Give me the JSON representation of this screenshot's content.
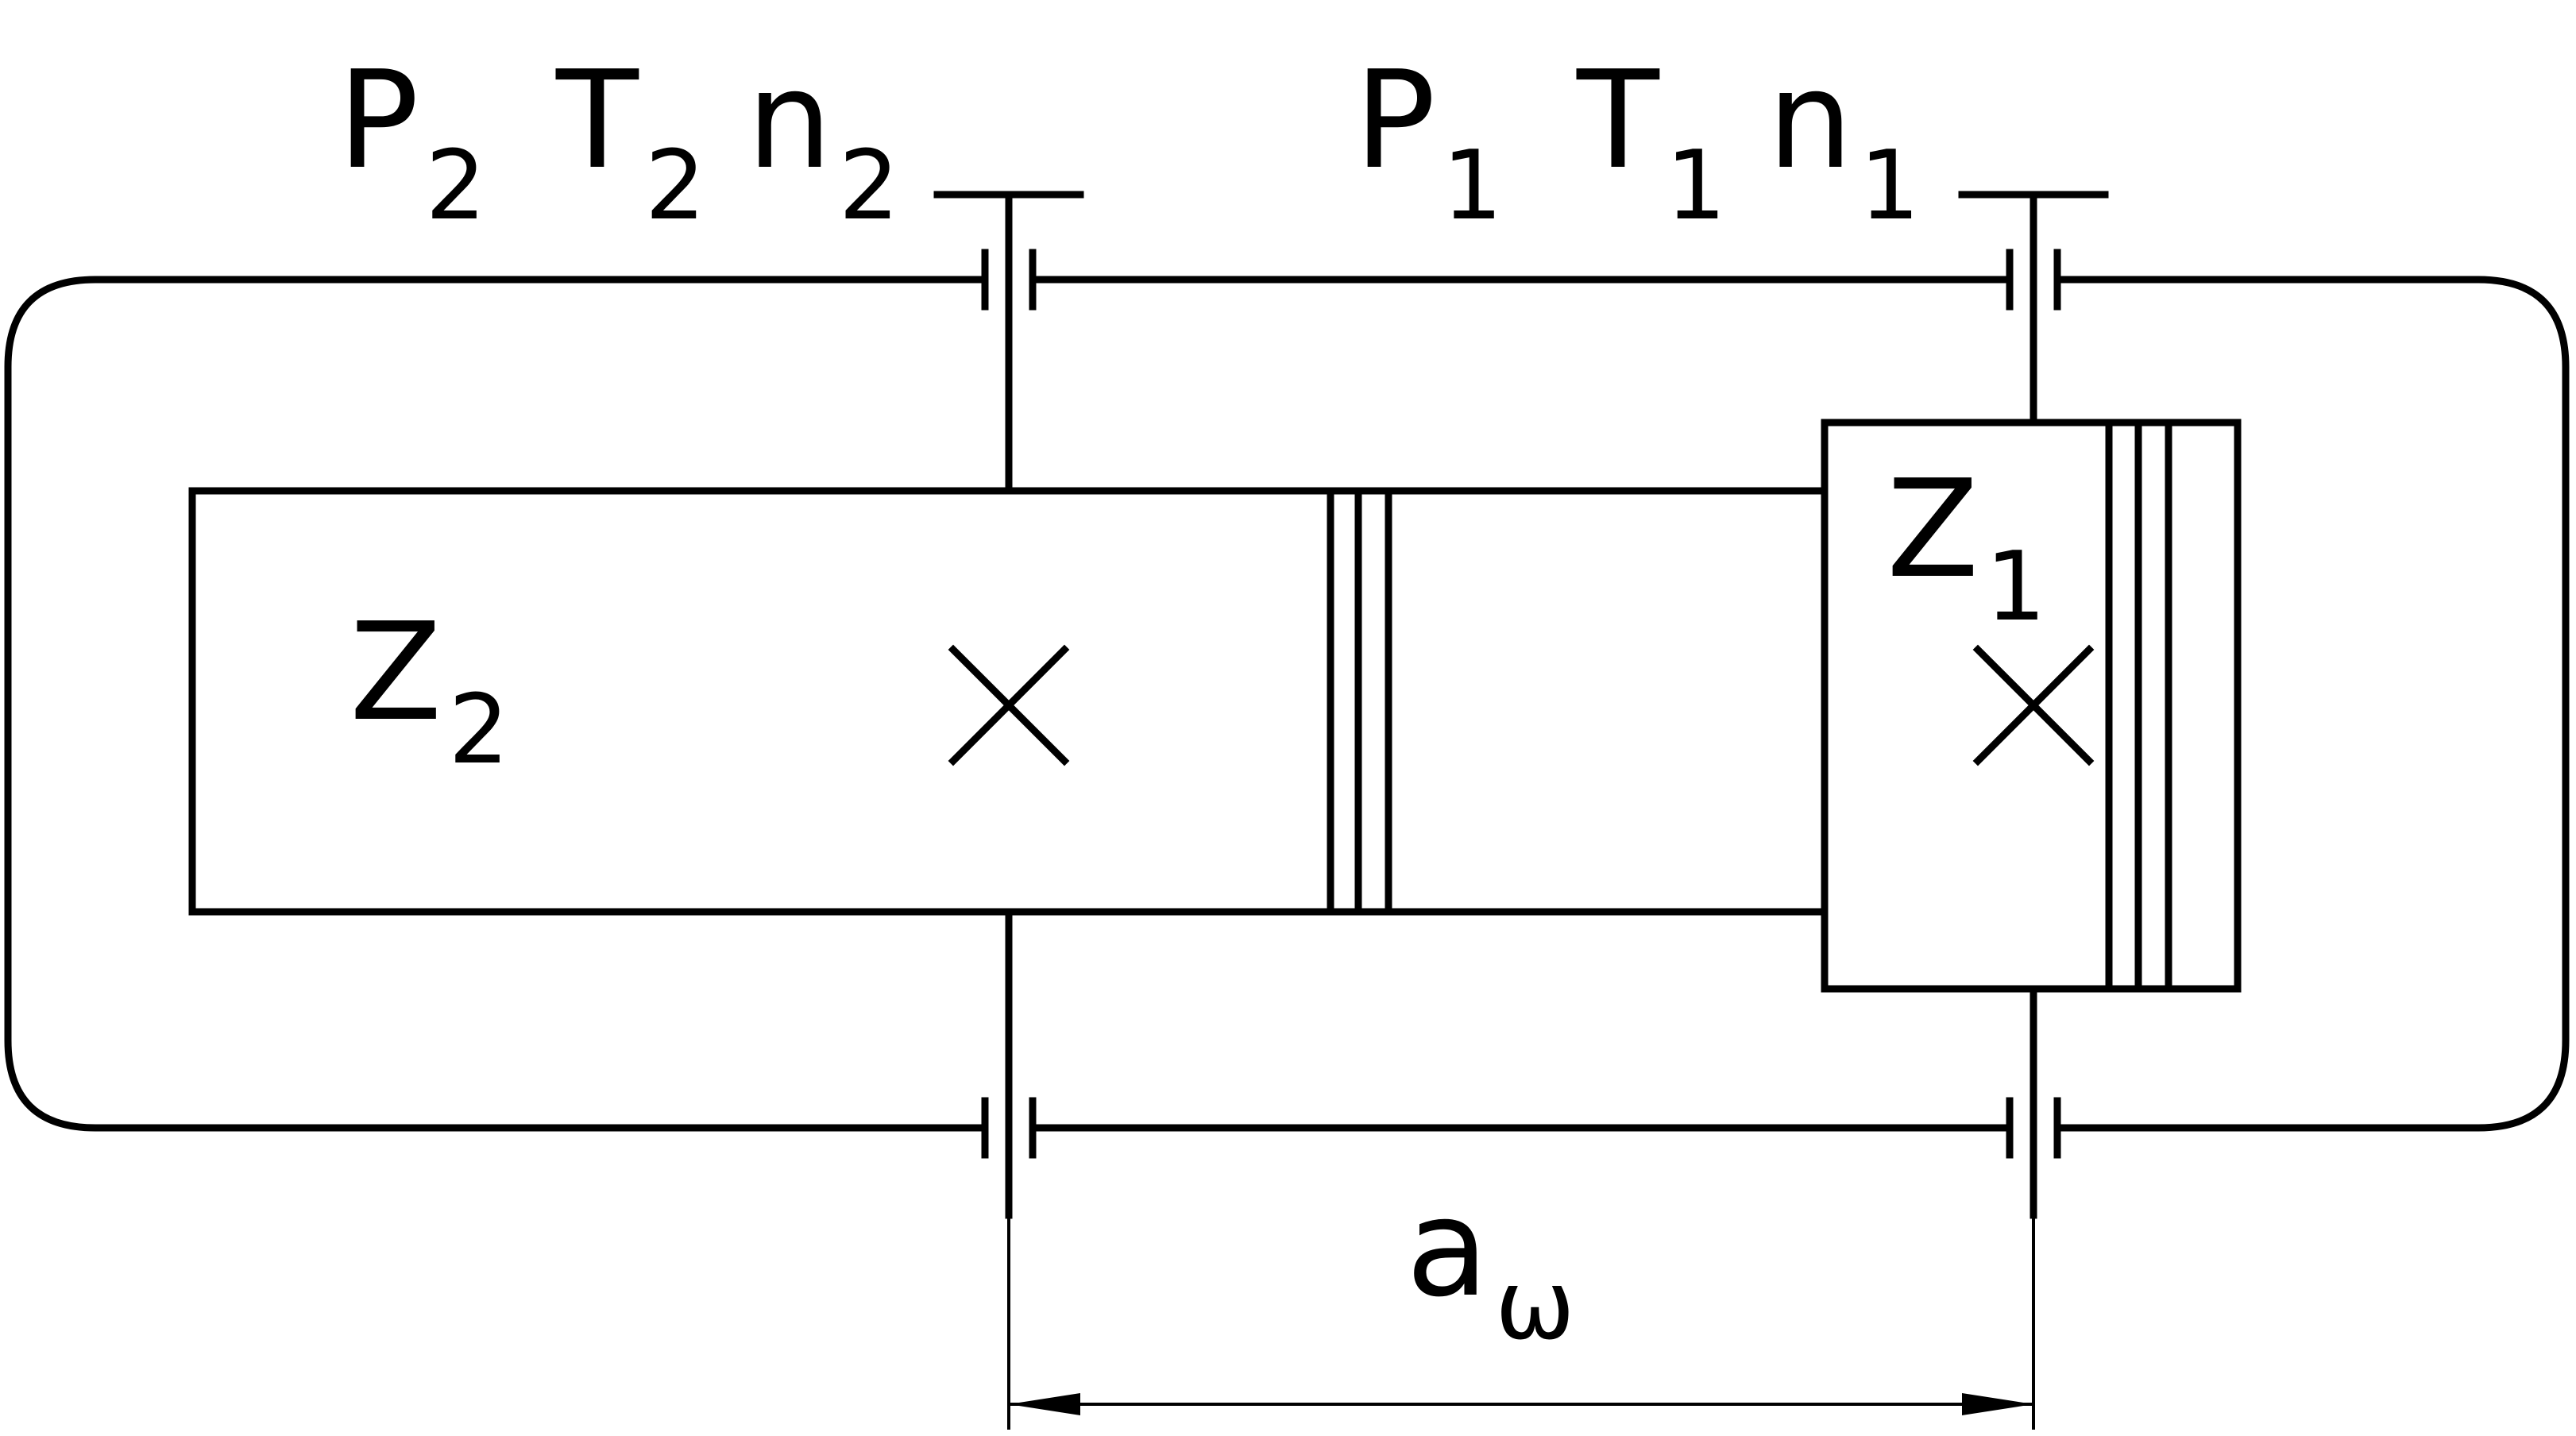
{
  "shaft_output": {
    "power": {
      "main": "P",
      "sub": "2"
    },
    "torque": {
      "main": "T",
      "sub": "2"
    },
    "speed": {
      "main": "n",
      "sub": "2"
    }
  },
  "shaft_input": {
    "power": {
      "main": "P",
      "sub": "1"
    },
    "torque": {
      "main": "T",
      "sub": "1"
    },
    "speed": {
      "main": "n",
      "sub": "1"
    }
  },
  "gear_wheel": {
    "main": "Z",
    "sub": "2"
  },
  "gear_pinion": {
    "main": "Z",
    "sub": "1"
  },
  "center_distance": {
    "main": "a",
    "sub": "ω"
  }
}
